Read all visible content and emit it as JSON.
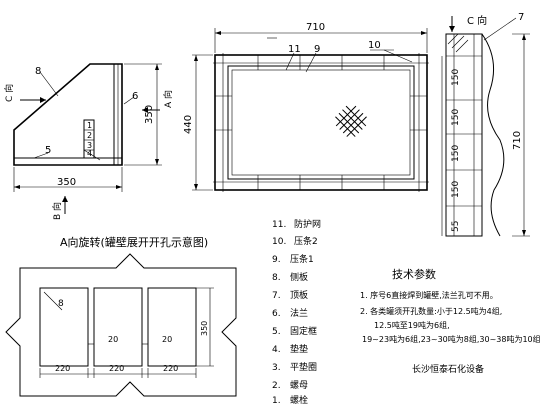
{
  "side_view": {
    "c_label": "C 向",
    "part_8": "8",
    "part_6": "6",
    "part_5": "5",
    "stack": [
      "1",
      "2",
      "3",
      "4"
    ],
    "height": "350",
    "width": "350",
    "a_label": "A 向",
    "b_label": "B 向"
  },
  "front_view": {
    "width": "710",
    "height": "440",
    "part_11": "11",
    "part_9": "9",
    "part_10": "10"
  },
  "c_view": {
    "title": "C 向",
    "part_7": "7",
    "dims": [
      "150",
      "150",
      "150",
      "150",
      "55"
    ],
    "total": "710"
  },
  "opening_view": {
    "caption": "A向旋转(罐壁展开开孔示意图)",
    "part_8": "8",
    "height": "350",
    "gap_1": "20",
    "gap_2": "20",
    "w_1": "220",
    "w_2": "220",
    "w_3": "220"
  },
  "parts_list": [
    {
      "no": "11.",
      "name": "防护网"
    },
    {
      "no": "10.",
      "name": "压条2"
    },
    {
      "no": "9.",
      "name": "压条1"
    },
    {
      "no": "8.",
      "name": "侧板"
    },
    {
      "no": "7.",
      "name": "顶板"
    },
    {
      "no": "6.",
      "name": "法兰"
    },
    {
      "no": "5.",
      "name": "固定框"
    },
    {
      "no": "4.",
      "name": "垫垫"
    },
    {
      "no": "3.",
      "name": "平垫圈"
    },
    {
      "no": "2.",
      "name": "螺母"
    },
    {
      "no": "1.",
      "name": "螺栓"
    }
  ],
  "tech": {
    "title": "技术参数",
    "lines": [
      "1. 序号6直接焊到罐壁,法兰孔可不用。",
      "2. 各类罐须开孔数量:小于12.5吨为4组,",
      "12.5吨至19吨为6组,",
      "19~23吨为6组,23~30吨为8组,30~38吨为10组。"
    ],
    "company": "长沙恒泰石化设备"
  }
}
